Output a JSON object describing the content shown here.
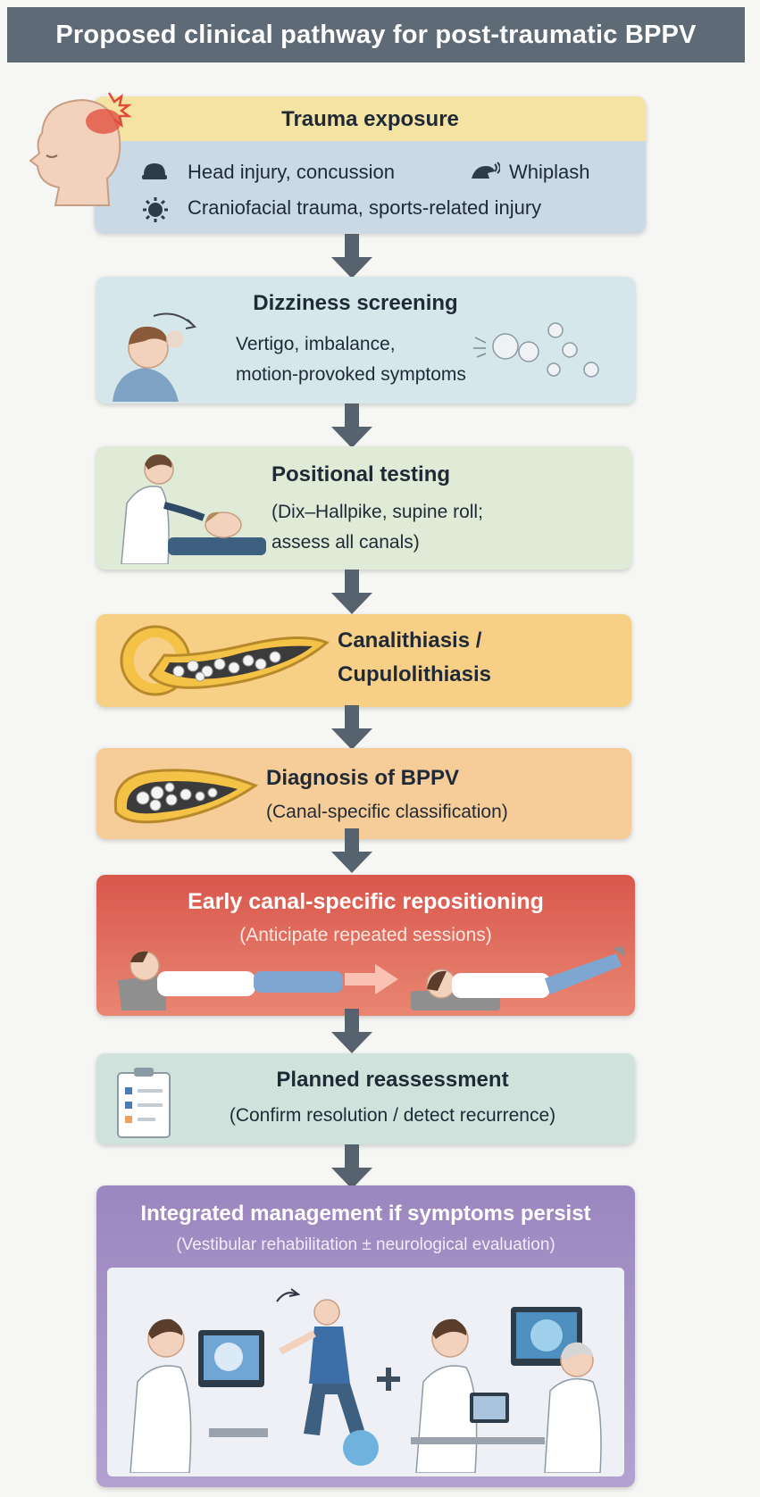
{
  "title": "Proposed clinical pathway for post-traumatic BPPV",
  "steps": [
    {
      "heading": "Trauma exposure",
      "items": [
        "Head injury, concussion",
        "Whiplash",
        "Craniofacial trauma, sports-related injury"
      ],
      "icons": [
        "helmet-icon",
        "whiplash-icon",
        "impact-burst-icon"
      ],
      "color": "#c9d9e6",
      "header_color": "#f5e3a3"
    },
    {
      "heading": "Dizziness screening",
      "lines": [
        "Vertigo, imbalance,",
        "motion-provoked symptoms"
      ],
      "color": "#d6e7ec"
    },
    {
      "heading": "Positional testing",
      "lines": [
        "(Dix–Hallpike, supine roll;",
        "assess all canals)"
      ],
      "color": "#dfead7"
    },
    {
      "heading_lines": [
        "Canalithiasis /",
        "Cupulolithiasis"
      ],
      "color": "#f8cf86"
    },
    {
      "heading": "Diagnosis of BPPV",
      "subtitle": "(Canal-specific classification)",
      "color": "#f6cd98"
    },
    {
      "heading": "Early canal-specific repositioning",
      "subtitle": "(Anticipate repeated sessions)",
      "color": "#df6b5e"
    },
    {
      "heading": "Planned reassessment",
      "subtitle": "(Confirm resolution / detect recurrence)",
      "color": "#cfe3dc"
    },
    {
      "heading": "Integrated management if symptoms persist",
      "subtitle": "(Vestibular rehabilitation ± neurological evaluation)",
      "color": "#9b87bf"
    }
  ]
}
